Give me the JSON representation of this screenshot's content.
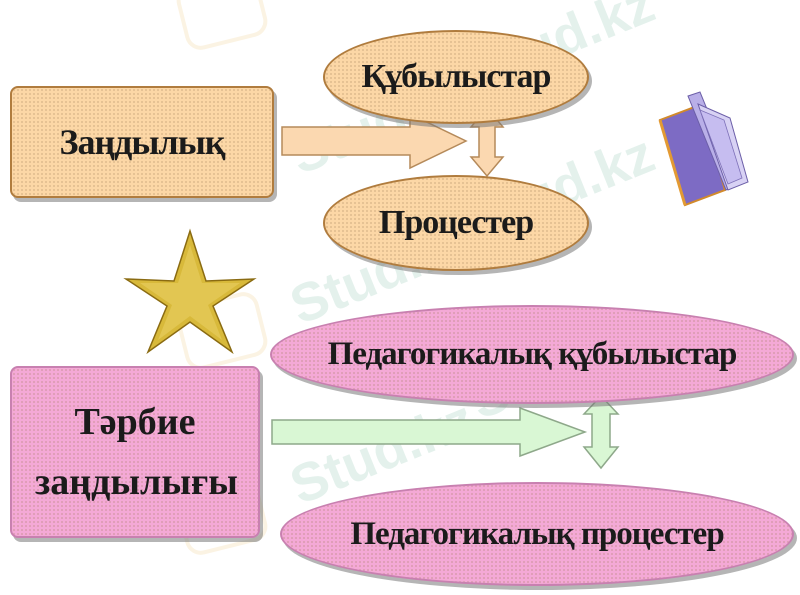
{
  "diagram": {
    "top": {
      "source_label": "Заңдылық",
      "upper_target_label": "Құбылыстар",
      "lower_target_label": "Процестер"
    },
    "bottom": {
      "source_label": "Тәрбие заңдылығы",
      "upper_target_label": "Педагогикалық құбылыстар",
      "lower_target_label": "Педагогикалық процестер"
    }
  },
  "watermark": {
    "text": "Stud.kz"
  },
  "colors": {
    "peach": "#fcd7a6",
    "peach_border": "#b07c3e",
    "pink": "#f4a9d6",
    "pink_border": "#c880b0",
    "top_arrow": "#fbd8b0",
    "bottom_arrow": "#d9f7d4",
    "star": "#d8b93a"
  },
  "icons": [
    "star-icon",
    "book-icon"
  ]
}
